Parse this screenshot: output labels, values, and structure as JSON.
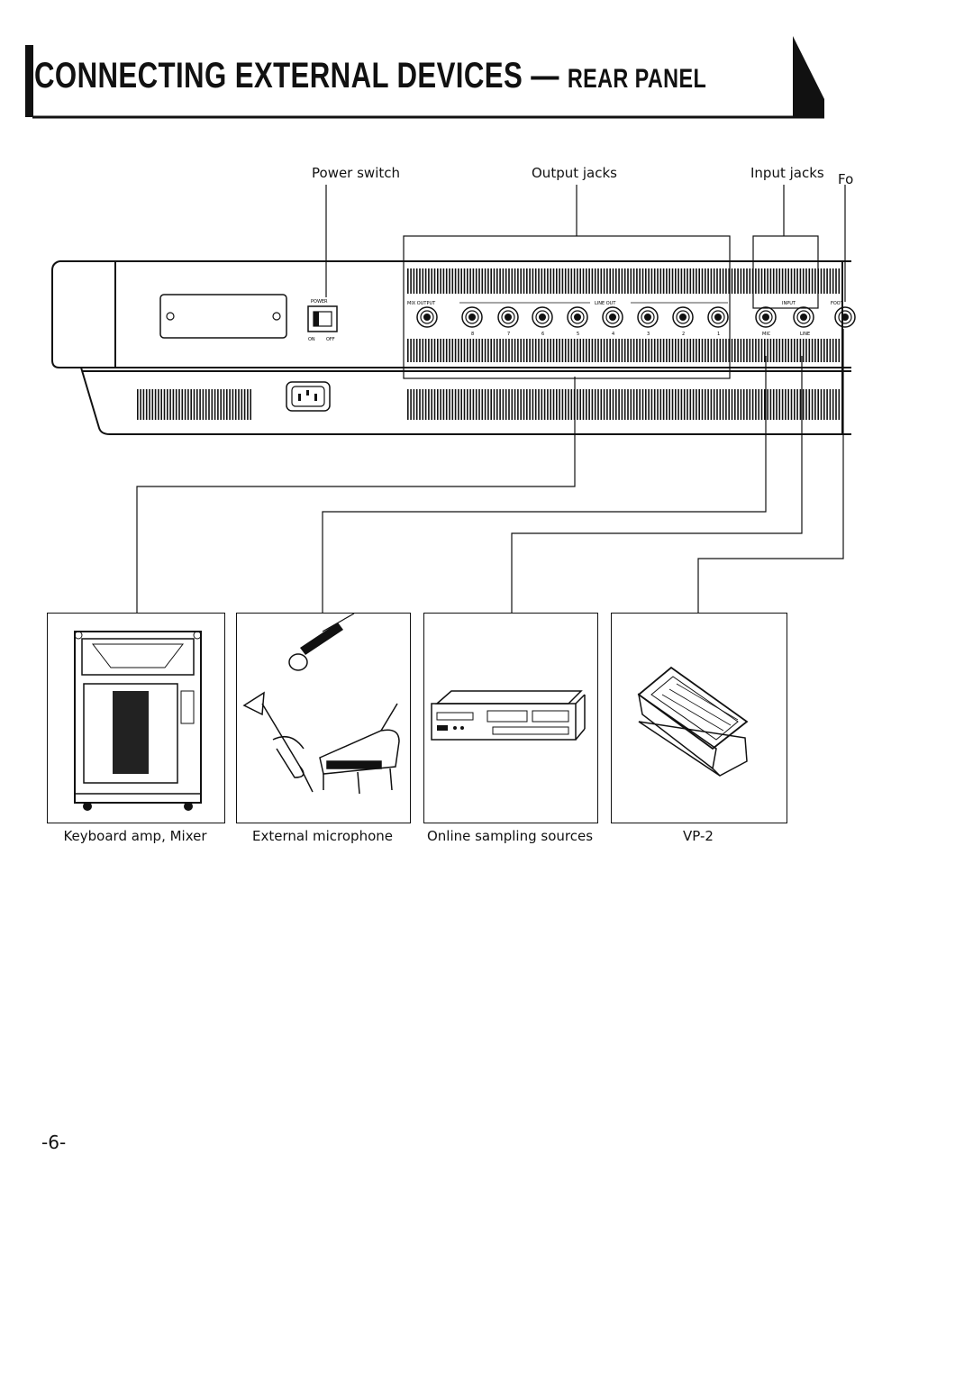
{
  "header": {
    "title_main": "CONNECTING EXTERNAL DEVICES",
    "title_dash": " — ",
    "title_sub": "REAR PANEL"
  },
  "callouts": {
    "power_switch": "Power switch",
    "output_jacks": "Output jacks",
    "input_jacks": "Input jacks",
    "foot_cut": "Fo"
  },
  "panel_labels": {
    "power": "POWER",
    "on": "ON",
    "off": "OFF",
    "mix_output": "MIX OUTPUT",
    "line_out": "LINE OUT",
    "input": "INPUT",
    "mic": "MIC",
    "line": "LINE",
    "foot": "FOOT",
    "line_out_numbers": [
      "8",
      "7",
      "6",
      "5",
      "4",
      "3",
      "2",
      "1"
    ]
  },
  "devices": [
    {
      "caption": "Keyboard amp, Mixer",
      "icon": "speaker-cabinet-icon"
    },
    {
      "caption": "External microphone",
      "icon": "microphone-trumpet-piano-icon"
    },
    {
      "caption": "Online sampling sources",
      "icon": "tape-deck-icon"
    },
    {
      "caption": "VP-2",
      "icon": "volume-pedal-icon"
    }
  ],
  "page_number": "-6-"
}
